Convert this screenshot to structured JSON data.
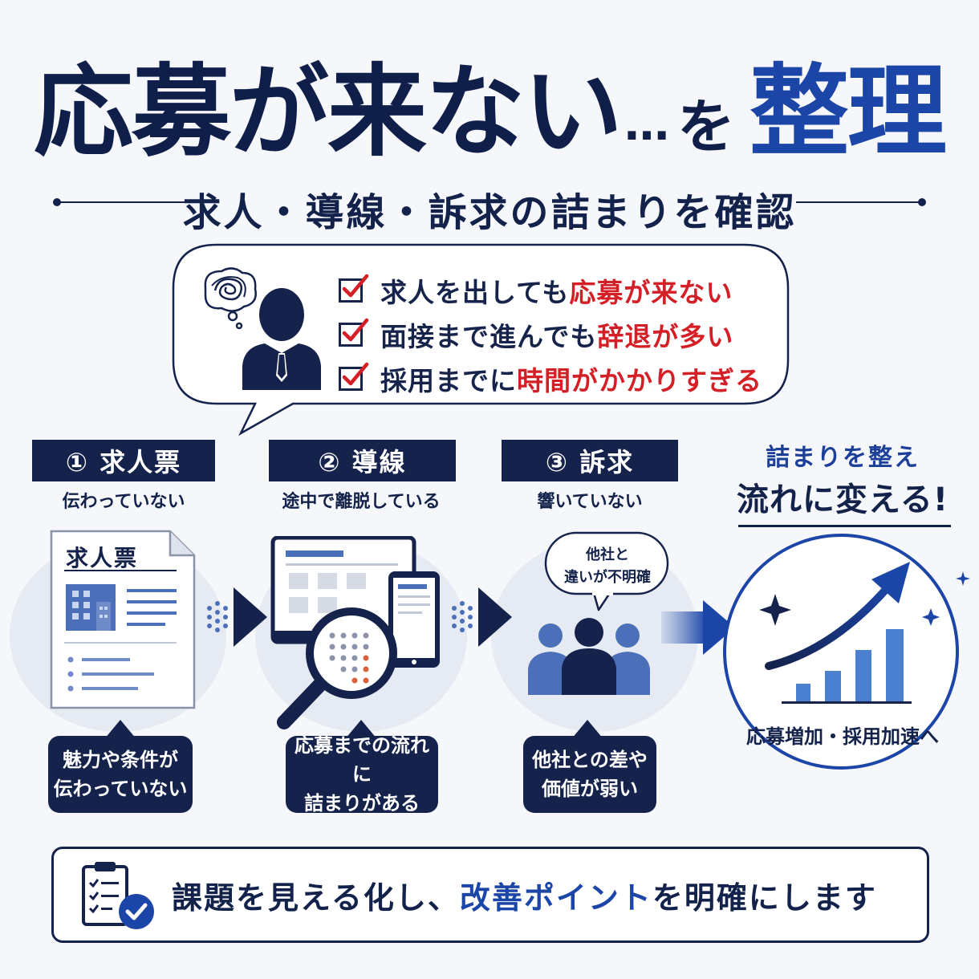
{
  "title": {
    "main": "応募が来ない",
    "ellipsis": "…",
    "particle": "を",
    "accent": "整理"
  },
  "subtitle": "求人・導線・訴求の詰まりを確認",
  "checklist": [
    {
      "plain": "求人を出しても",
      "highlight": "応募が来ない"
    },
    {
      "plain": "面接まで進んでも",
      "highlight": "辞退が多い"
    },
    {
      "plain": "採用までに",
      "highlight": "時間がかかりすぎる"
    }
  ],
  "steps": [
    {
      "label": "① 求人票",
      "sub": "伝わっていない",
      "callout": [
        "魅力や条件が",
        "伝わっていない"
      ]
    },
    {
      "label": "② 導線",
      "sub": "途中で離脱している",
      "callout": [
        "応募までの流れに",
        "詰まりがある"
      ]
    },
    {
      "label": "③ 訴求",
      "sub": "響いていない",
      "callout": [
        "他社との差や",
        "価値が弱い"
      ]
    }
  ],
  "doc_title": "求人票",
  "thought_bubble": [
    "他社と",
    "違いが不明確"
  ],
  "result": {
    "sub": "詰まりを整え",
    "main": "流れに変える!",
    "label": "応募増加・採用加速へ"
  },
  "bottom": {
    "part1": "課題を見える化し、",
    "highlight": "改善ポイント",
    "part2": "を明確にします"
  },
  "colors": {
    "navy": "#14224c",
    "accent_blue": "#1c45a8",
    "red": "#d41f26",
    "light_gray": "#e6eaf2"
  },
  "icons": [
    "worry-scribble-icon",
    "businessman-icon",
    "checkbox-icon",
    "document-icon",
    "building-icon",
    "monitor-icon",
    "tablet-icon",
    "magnifier-icon",
    "people-group-icon",
    "arrow-right-icon",
    "growth-chart-icon",
    "sparkle-icon",
    "clipboard-check-icon"
  ]
}
